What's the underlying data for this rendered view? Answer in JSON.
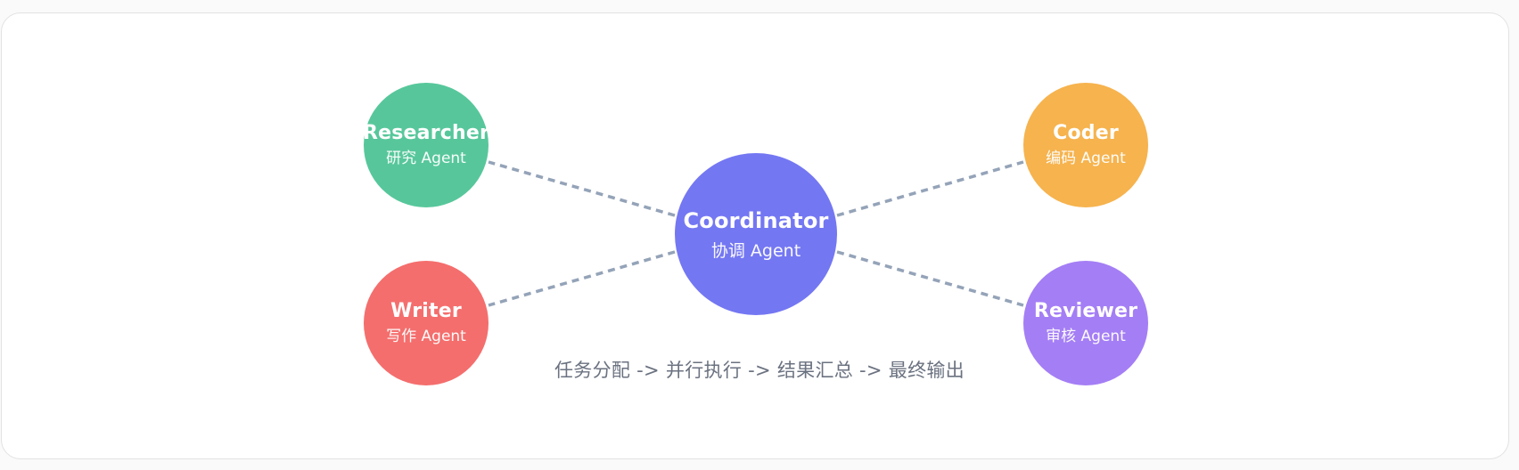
{
  "colors": {
    "coordinator": "#7477f2",
    "researcher": "#57c79b",
    "writer": "#f46e6d",
    "coder": "#f6b34e",
    "reviewer": "#a47ef5",
    "link": "#94a3b8"
  },
  "nodes": {
    "coordinator": {
      "name": "Coordinator",
      "sub": "协调 Agent"
    },
    "researcher": {
      "name": "Researcher",
      "sub": "研究 Agent"
    },
    "writer": {
      "name": "Writer",
      "sub": "写作 Agent"
    },
    "coder": {
      "name": "Coder",
      "sub": "编码 Agent"
    },
    "reviewer": {
      "name": "Reviewer",
      "sub": "审核 Agent"
    }
  },
  "links": [
    {
      "from": "coordinator",
      "to": "researcher"
    },
    {
      "from": "coordinator",
      "to": "writer"
    },
    {
      "from": "coordinator",
      "to": "coder"
    },
    {
      "from": "coordinator",
      "to": "reviewer"
    }
  ],
  "caption": "任务分配 -> 并行执行 -> 结果汇总 -> 最终输出"
}
